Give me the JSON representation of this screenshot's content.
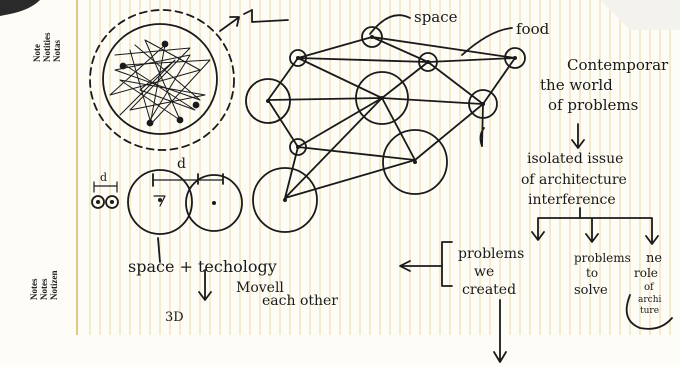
{
  "margin_labels": {
    "top": [
      "Note",
      "Notities",
      "Notas"
    ],
    "bottom": [
      "Notes",
      "Notes",
      "Notizen"
    ]
  },
  "sketch_labels": {
    "space": "space",
    "food": "food",
    "d_small": "d",
    "d_mid": "d",
    "contemp": [
      "Contemporar",
      "the world",
      "of problems"
    ],
    "isolated": [
      "isolated issue",
      "of architecture",
      "interference"
    ],
    "space_tech": [
      "space + techology",
      "Movell",
      "each other"
    ],
    "three_d": "3D",
    "problems_we_created": [
      "problems",
      "we",
      "created"
    ],
    "problems_to_solve": [
      "problems",
      "to",
      "solve"
    ],
    "role": [
      "ne",
      "role",
      "of",
      "archi",
      "ture"
    ]
  },
  "colors": {
    "ink": "#1a1a1a",
    "paper": "#fdfcf7",
    "rule": "#e6cf8a",
    "margin": "#d9b55a"
  }
}
